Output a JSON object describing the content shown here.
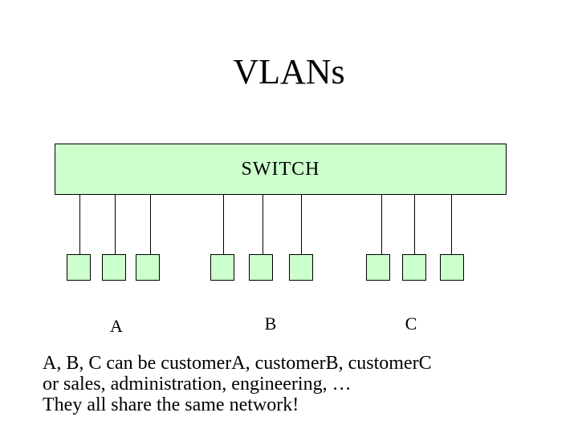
{
  "slide": {
    "title": "VLANs"
  },
  "diagram": {
    "switch_label": "SWITCH",
    "host_count": 9,
    "groups": [
      {
        "label": "A",
        "hosts": 3
      },
      {
        "label": "B",
        "hosts": 3
      },
      {
        "label": "C",
        "hosts": 3
      }
    ]
  },
  "body": {
    "lines": [
      "A, B, C can be customerA, customerB, customerC",
      "or sales, administration, engineering, …",
      "They all share the same network!"
    ]
  },
  "colors": {
    "background": "#ffffff",
    "box_fill": "#ccffcc",
    "box_border": "#000000",
    "text": "#000000"
  }
}
